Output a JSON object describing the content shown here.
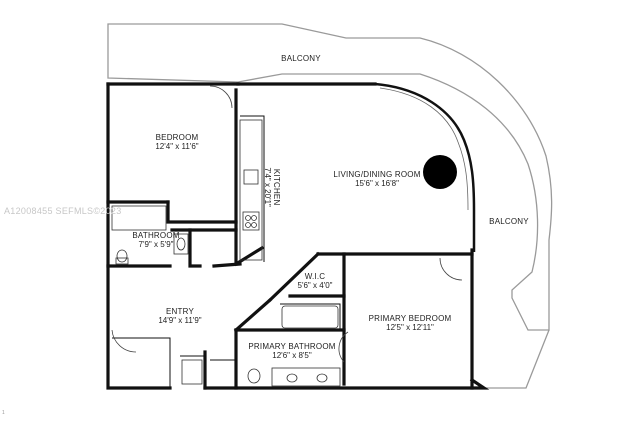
{
  "rooms": {
    "balcony_top": {
      "name": "BALCONY"
    },
    "balcony_right": {
      "name": "BALCONY"
    },
    "bedroom": {
      "name": "BEDROOM",
      "dims": "12'4\" x 11'6\""
    },
    "kitchen": {
      "name": "KITCHEN",
      "dims": "7'4\" x 20'1\""
    },
    "living": {
      "name": "LIVING/DINING ROOM",
      "dims": "15'6\" x 16'8\""
    },
    "bathroom": {
      "name": "BATHROOM",
      "dims": "7'9\" x 5'9\""
    },
    "wic": {
      "name": "W.I.C",
      "dims": "5'6\" x 4'0\""
    },
    "entry": {
      "name": "ENTRY",
      "dims": "14'9\" x 11'9\""
    },
    "primary_bedroom": {
      "name": "PRIMARY BEDROOM",
      "dims": "12'5\" x 12'11\""
    },
    "primary_bathroom": {
      "name": "PRIMARY BATHROOM",
      "dims": "12'6\" x 8'5\""
    }
  },
  "watermark": "A12008455  SEFMLS©2023",
  "footer": "1",
  "colors": {
    "wall": "#111111",
    "balcony_outline": "#9a9a9a",
    "column": "#000000"
  }
}
